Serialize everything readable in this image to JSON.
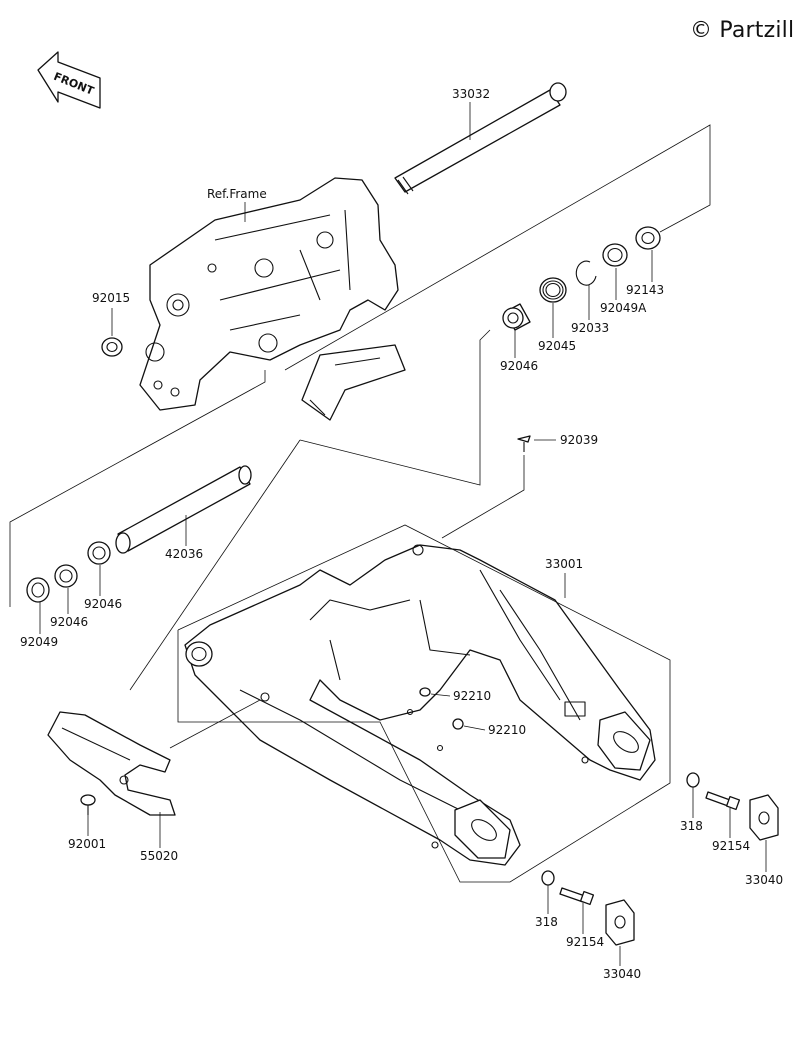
{
  "watermark": "© Partzill",
  "front_label": "FRONT",
  "ref_frame_label": "Ref.Frame",
  "parts": [
    {
      "id": "p-33032",
      "label": "33032"
    },
    {
      "id": "p-92015",
      "label": "92015"
    },
    {
      "id": "p-92143",
      "label": "92143"
    },
    {
      "id": "p-92049A",
      "label": "92049A"
    },
    {
      "id": "p-92033",
      "label": "92033"
    },
    {
      "id": "p-92045",
      "label": "92045"
    },
    {
      "id": "p-92046a",
      "label": "92046"
    },
    {
      "id": "p-92039",
      "label": "92039"
    },
    {
      "id": "p-42036",
      "label": "42036"
    },
    {
      "id": "p-92046b",
      "label": "92046"
    },
    {
      "id": "p-92046c",
      "label": "92046"
    },
    {
      "id": "p-92049",
      "label": "92049"
    },
    {
      "id": "p-33001",
      "label": "33001"
    },
    {
      "id": "p-92210a",
      "label": "92210"
    },
    {
      "id": "p-92210b",
      "label": "92210"
    },
    {
      "id": "p-318a",
      "label": "318"
    },
    {
      "id": "p-92154a",
      "label": "92154"
    },
    {
      "id": "p-33040a",
      "label": "33040"
    },
    {
      "id": "p-92001",
      "label": "92001"
    },
    {
      "id": "p-55020",
      "label": "55020"
    },
    {
      "id": "p-318b",
      "label": "318"
    },
    {
      "id": "p-92154b",
      "label": "92154"
    },
    {
      "id": "p-33040b",
      "label": "33040"
    }
  ]
}
